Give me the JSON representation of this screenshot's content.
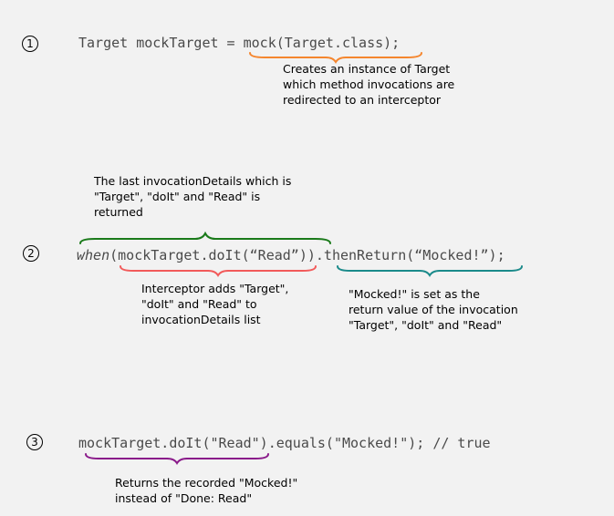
{
  "steps": [
    {
      "number": "1",
      "code": "Target mockTarget = mock(Target.class);",
      "notes": [
        {
          "lines": [
            "Creates an instance of Target",
            "which method invocations are",
            "redirected to an interceptor"
          ],
          "color": "#f5862e"
        }
      ]
    },
    {
      "number": "2",
      "code_keyword": "when",
      "code_rest": "(mockTarget.doIt(“Read”)).thenReturn(“Mocked!”);",
      "notes": [
        {
          "lines": [
            "The last invocationDetails which is",
            "\"Target\", \"doIt\" and \"Read\" is",
            "returned"
          ],
          "color": "#1a7a1a"
        },
        {
          "lines": [
            "Interceptor adds \"Target\",",
            "\"doIt\" and \"Read\" to",
            "invocationDetails list"
          ],
          "color": "#f25a5a"
        },
        {
          "lines": [
            "\"Mocked!\" is set as the",
            "return value of the invocation",
            "\"Target\", \"doIt\" and \"Read\""
          ],
          "color": "#1a8a8a"
        }
      ]
    },
    {
      "number": "3",
      "code": "mockTarget.doIt(\"Read\").equals(\"Mocked!\"); // true",
      "notes": [
        {
          "lines": [
            "Returns the recorded \"Mocked!\"",
            "instead of \"Done: Read\""
          ],
          "color": "#8a1a8a"
        }
      ]
    }
  ]
}
